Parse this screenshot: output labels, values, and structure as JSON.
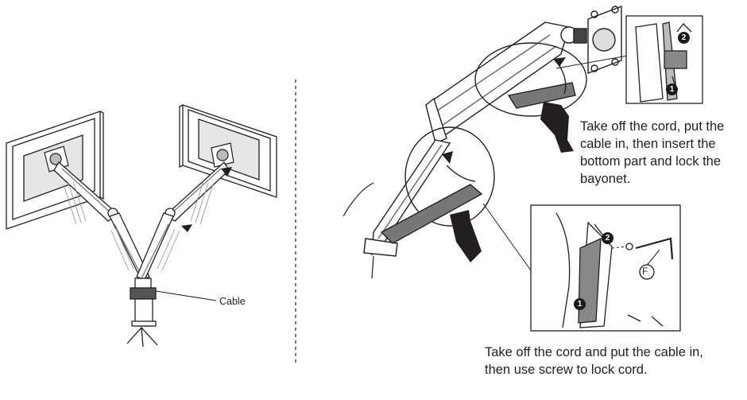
{
  "labels": {
    "cable": "Cable",
    "tool_letter": "F",
    "step_one": "1",
    "step_two": "2"
  },
  "captions": {
    "top": "Take off the cord, put the cable in, then insert the bottom part and lock the bayonet.",
    "bottom": "Take off the cord and put the cable in, then use screw to lock cord."
  }
}
